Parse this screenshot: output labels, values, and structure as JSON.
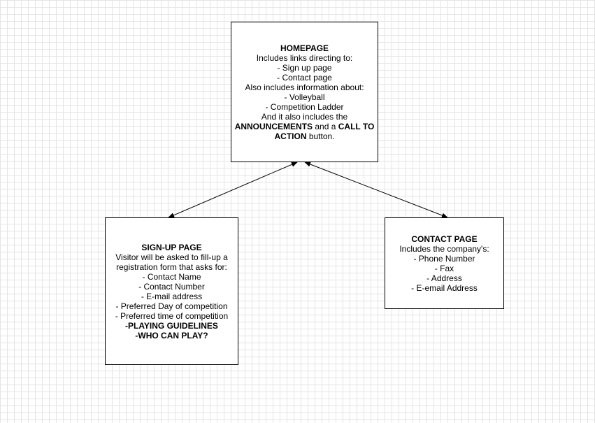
{
  "nodes": {
    "homepage": {
      "title": "HOMEPAGE",
      "line1": "Includes links directing to:",
      "line2": "- Sign up page",
      "line3": "- Contact page",
      "line4": "Also includes information about:",
      "line5": "- Volleyball",
      "line6": "- Competition Ladder",
      "line7": "And it also includes the",
      "announcements": "ANNOUNCEMENTS",
      "and_a": " and a ",
      "call_to": "CALL TO",
      "action": "ACTION",
      "button": " button."
    },
    "signup": {
      "title": "SIGN-UP PAGE",
      "line1": "Visitor will be asked to fill-up a",
      "line2": "registration form that asks for:",
      "line3": "- Contact Name",
      "line4": "- Contact Number",
      "line5": "- E-mail address",
      "line6": "- Preferred Day of competition",
      "line7": "- Preferred time of competition",
      "line8": "-PLAYING GUIDELINES",
      "line9": "-WHO CAN PLAY?"
    },
    "contact": {
      "title": "CONTACT PAGE",
      "line1": "Includes the company's:",
      "line2": "- Phone Number",
      "line3": "- Fax",
      "line4": "- Address",
      "line5": "- E-email Address"
    }
  },
  "edges": [
    {
      "from": "homepage",
      "to": "signup",
      "bidirectional": true
    },
    {
      "from": "homepage",
      "to": "contact",
      "bidirectional": true
    }
  ],
  "colors": {
    "grid": "#e4e4e4",
    "stroke": "#000000",
    "box_fill": "#ffffff"
  }
}
